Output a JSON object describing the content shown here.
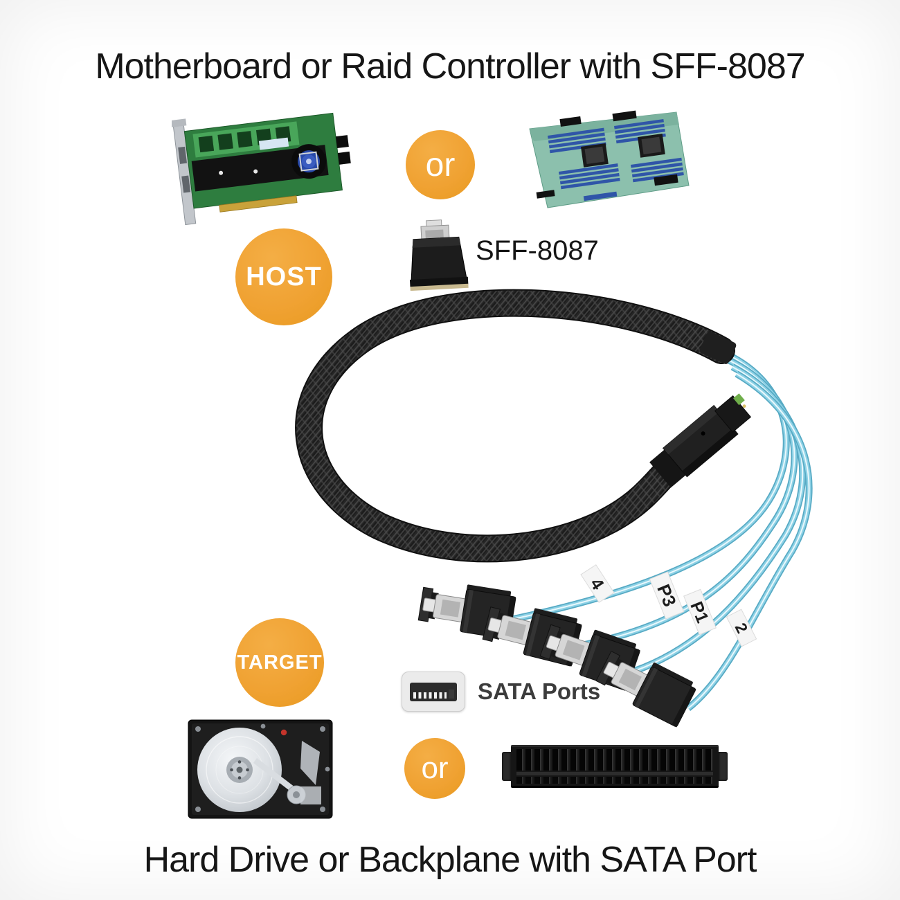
{
  "page": {
    "top_title": "Motherboard or Raid Controller with SFF-8087",
    "bottom_title": "Hard Drive or Backplane with SATA Port"
  },
  "badges": {
    "or_top": "or",
    "host": "HOST",
    "target": "TARGET",
    "or_bottom": "or"
  },
  "labels": {
    "sff8087": "SFF-8087",
    "sata_ports": "SATA Ports"
  },
  "cable_tags": [
    "4",
    "P3",
    "P1",
    "2"
  ],
  "illustrations": {
    "raid_controller": "RAID controller card photo",
    "motherboard": "Server motherboard photo",
    "sff8087_connector": "SFF-8087 connector photo",
    "breakout_cable": "SFF-8087 to 4x SATA breakout cable photo",
    "hard_drive": "Open hard drive photo",
    "backplane": "Rackmount drive backplane photo"
  },
  "colors": {
    "badge_orange": "#F0A233",
    "cable_blue": "#7CC6DD",
    "braid_black": "#262626",
    "title_text": "#161616"
  }
}
